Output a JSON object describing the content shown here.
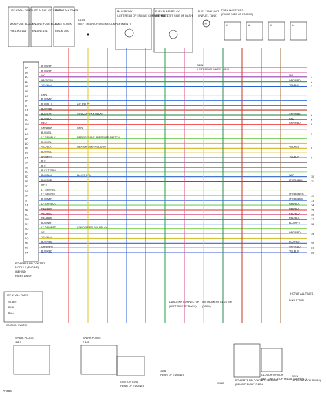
{
  "fuse_boxes": [
    {
      "hot": "HOT AT ALL TIMES",
      "name": "MAIN FUSE BLOCK",
      "rating": "FUEL INJ 15A"
    },
    {
      "hot": "HOT IN RUN OR START",
      "name": "ENGINE FUSE BLOCK",
      "rating": "ENGINE 10A"
    },
    {
      "hot": "HOT AT ALL TIMES",
      "name": "FUSE BLOCK",
      "rating": "ROOM 10A"
    }
  ],
  "labels": {
    "c104": "C104",
    "c104_loc": "(LEFT REAR OF ENGINE COMPARTMENT)"
  },
  "relays": {
    "main": {
      "title": "MAIN RELAY",
      "location": "(LEFT REAR OF ENGINE COMPARTMENT)"
    },
    "fuel_pump": {
      "title": "FUEL PUMP RELAY",
      "location": "(BEHIND LEFT SIDE OF DASH)"
    }
  },
  "fuel_tank": {
    "title": "FUEL TANK UNIT",
    "sub": "(IN FUEL TANK)",
    "motor": "M",
    "ground": "G401",
    "ground_loc": "(LEFT REAR WHEEL WELL)"
  },
  "injectors": {
    "title": "FUEL INJECTORS",
    "location": "(RIGHT SIDE OF ENGINE)",
    "ids": [
      "#1",
      "#2",
      "#3",
      "#4"
    ]
  },
  "pcm": {
    "title": "POWERTRAIN CONTROL",
    "title2": "MODULE (ENGINE)",
    "location": "(BEHIND",
    "location2": "RIGHT DASH)"
  },
  "rows": [
    {
      "pin": "1A",
      "wire": "BLU/RED",
      "color": "#e83a3a",
      "label": "",
      "right": "",
      "num": ""
    },
    {
      "pin": "1B",
      "wire": "BLU/RED",
      "color": "#d94a8c",
      "label": "",
      "right": "",
      "num": ""
    },
    {
      "pin": "1C",
      "wire": "VIO",
      "color": "#8e44ad",
      "label": "",
      "right": "VIO",
      "num": "1"
    },
    {
      "pin": "1D",
      "wire": "WHT/GRN",
      "color": "#1e9c3a",
      "label": "",
      "right": "WHT/RED",
      "num": "2"
    },
    {
      "pin": "1E",
      "wire": "YEL/BLU",
      "color": "#2a5fd6",
      "label": "",
      "right": "YEL/BLU",
      "num": "3"
    },
    {
      "pin": "1F",
      "wire": "",
      "color": "#cccccc",
      "label": "",
      "right": "",
      "num": ""
    },
    {
      "pin": "1G",
      "wire": "GRN",
      "color": "#22a34a",
      "label": "",
      "right": "",
      "num": ""
    },
    {
      "pin": "1H",
      "wire": "BLU/WHT",
      "color": "#3a6fe0",
      "label": "",
      "right": "",
      "num": ""
    },
    {
      "pin": "1I",
      "wire": "BLU/BLU",
      "color": "#1f4fd0",
      "label": "A/C RELAY",
      "right": "",
      "num": ""
    },
    {
      "pin": "1J",
      "wire": "BLU/RED",
      "color": "#c0392b",
      "label": "",
      "right": "",
      "num": ""
    },
    {
      "pin": "1K",
      "wire": "BLK/GRN",
      "color": "#1b7f3a",
      "label": "COOLANT FAN RELAY",
      "right": "GRN/RED",
      "num": "4"
    },
    {
      "pin": "1L",
      "wire": "BLU/BLK",
      "color": "#263f9e",
      "label": "",
      "right": "RED",
      "num": "5"
    },
    {
      "pin": "1M",
      "wire": "RED",
      "color": "#e22",
      "label": "",
      "right": "GRN/RED",
      "num": "6"
    },
    {
      "pin": "1N",
      "wire": "GRN/BLK",
      "color": "#2e8b57",
      "label": "GRN",
      "right": "",
      "num": ""
    },
    {
      "pin": "1O",
      "wire": "BLU/YEL",
      "color": "#d4c21a",
      "label": "",
      "right": "",
      "num": "7"
    },
    {
      "pin": "1P",
      "wire": "LT GRN/BLK",
      "color": "#7fd36b",
      "label": "REFRIGERANT PRESSURE SWITCH",
      "right": "",
      "num": ""
    },
    {
      "pin": "1Q",
      "wire": "BLU/YEL",
      "color": "#e1c628",
      "label": "",
      "right": "",
      "num": ""
    },
    {
      "pin": "1R",
      "wire": "YEL/BLK",
      "color": "#d6b81e",
      "label": "HEATER CONTROL UNIT",
      "right": "YEL/RED",
      "num": "8"
    },
    {
      "pin": "1S",
      "wire": "BLU/YEL",
      "color": "#d9c12c",
      "label": "",
      "right": "",
      "num": ""
    },
    {
      "pin": "1T",
      "wire": "BRN/WHT",
      "color": "#9b6a3c",
      "label": "",
      "right": "YEL/BLU",
      "num": "9"
    },
    {
      "pin": "2A",
      "wire": "BLK",
      "color": "#222222",
      "label": "",
      "right": "",
      "num": ""
    },
    {
      "pin": "2B",
      "wire": "BLK",
      "color": "#333333",
      "label": "",
      "right": "",
      "num": ""
    },
    {
      "pin": "2C",
      "wire": "BLK/LT GRN",
      "color": "#8de07a",
      "label": "",
      "right": "",
      "num": ""
    },
    {
      "pin": "2D",
      "wire": "BLU/BLU",
      "color": "#2f5ed3",
      "label": "BLK/LT GRN",
      "right": "WHT",
      "num": "10"
    },
    {
      "pin": "2E",
      "wire": "BLK/RED",
      "color": "#b33",
      "label": "",
      "right": "LT GRN/BLK",
      "num": "11"
    },
    {
      "pin": "2F",
      "wire": "WHT",
      "color": "#bbbbbb",
      "label": "",
      "right": "",
      "num": ""
    },
    {
      "pin": "2G",
      "wire": "LT GRN/YEL",
      "color": "#9be05a",
      "label": "",
      "right": "",
      "num": ""
    },
    {
      "pin": "2H",
      "wire": "LT GRN/YEL",
      "color": "#a7e35c",
      "label": "",
      "right": "LT GRN/RED",
      "num": "12"
    },
    {
      "pin": "2I",
      "wire": "BLU/WHT",
      "color": "#3c6fe2",
      "label": "",
      "right": "LT GRN/BLK",
      "num": "13"
    },
    {
      "pin": "2J",
      "wire": "LT GRN/BLK",
      "color": "#6fcf5e",
      "label": "",
      "right": "RED/BLK",
      "num": "14"
    },
    {
      "pin": "2K",
      "wire": "RED/BLK",
      "color": "#d8312e",
      "label": "",
      "right": "RED/BLK",
      "num": "15"
    },
    {
      "pin": "2L",
      "wire": "RED/BLU",
      "color": "#cc3366",
      "label": "",
      "right": "RED/BLU",
      "num": "16"
    },
    {
      "pin": "2M",
      "wire": "RED/BLK",
      "color": "#c62828",
      "label": "",
      "right": "RED/BLK",
      "num": "17"
    },
    {
      "pin": "2N",
      "wire": "BLU/WHT",
      "color": "#4a7ae6",
      "label": "",
      "right": "BLU/WHT",
      "num": "18"
    },
    {
      "pin": "2O",
      "wire": "LT GRN/RED",
      "color": "#91d86a",
      "label": "CONDENSER FAN RELAY",
      "right": "",
      "num": ""
    },
    {
      "pin": "2P",
      "wire": "YEL",
      "color": "#e5d21f",
      "label": "",
      "right": "WHT/RED",
      "num": "19"
    },
    {
      "pin": "2Q",
      "wire": "YEL/BLU",
      "color": "#d4c43a",
      "label": "",
      "right": "",
      "num": ""
    },
    {
      "pin": "2R",
      "wire": "BLU/RED",
      "color": "#4a60d0",
      "label": "",
      "right": "BLU/RED",
      "num": "20"
    },
    {
      "pin": "2S",
      "wire": "GRN/WHT",
      "color": "#2fa34a",
      "label": "",
      "right": "GRN/RED",
      "num": "21"
    },
    {
      "pin": "2T",
      "wire": "BLU/RED",
      "color": "#3b5bd6",
      "label": "",
      "right": "YEL/BLU",
      "num": "22"
    }
  ],
  "ignition": {
    "hot": "HOT AT ALL TIMES",
    "positions": [
      "START",
      "RUN",
      "ACC"
    ],
    "title": "IGNITION SWITCH"
  },
  "coils": [
    {
      "title": "SPARK PLUGS",
      "ids": "1 & 4"
    },
    {
      "title": "SPARK PLUGS",
      "ids": "2 & 3"
    },
    {
      "title": "IGNITION COIL",
      "location": "(REAR OF ENGINE)"
    }
  ],
  "grounds": {
    "g106": "G106",
    "g106_loc": "(REAR OF ENGINE)",
    "g102": "G102",
    "g201": "G201",
    "g201_loc": "(AT RIGHT KICK PANEL)"
  },
  "dlc": {
    "title": "DATA LINK CONNECTOR",
    "location": "(LEFT SIDE OF DASH)"
  },
  "cluster": {
    "title": "INSTRUMENT CLUSTER",
    "sub": "(TACH)"
  },
  "pcm_lower": {
    "title": "POWERTRAIN CONTROL MODULE",
    "location": "(BEHIND RIGHT DASH)"
  },
  "clutch": {
    "title": "CLUTCH SWITCH",
    "sub": "(M/T, ON CLUTCH PEDAL SUPPORT)"
  },
  "misc": {
    "hot_right": "HOT AT ALL TIMES",
    "blkgrn_right": "BLK/LT GRN"
  },
  "footer": {
    "code": "G3689"
  },
  "verticals": [
    "#e83a3a",
    "#e1c628",
    "#1e9c3a",
    "#2a5fd6",
    "#8e44ad",
    "#22a34a",
    "#d94a8c",
    "#e5d21f",
    "#2e8b57",
    "#c0392b",
    "#3c6fe2",
    "#9b6a3c"
  ]
}
